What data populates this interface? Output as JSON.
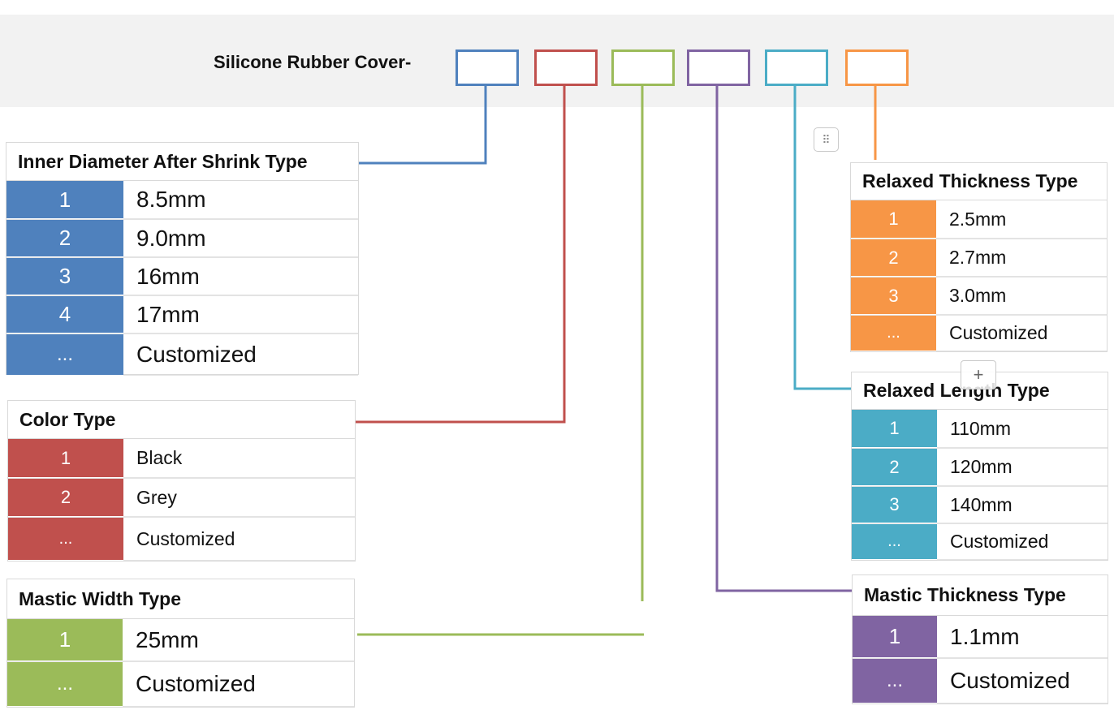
{
  "product_label": "Silicone Rubber Cover-",
  "colors": {
    "blue": "#4f81bd",
    "red": "#c0504d",
    "green": "#9bbb59",
    "purple": "#8064a2",
    "teal": "#4bacc6",
    "orange": "#f79646"
  },
  "icons": {
    "grip": "drag-handle-icon",
    "plus": "plus-icon"
  },
  "grip_glyph": "⠿",
  "plus_glyph": "+",
  "panels": {
    "inner_diameter": {
      "title": "Inner Diameter After Shrink Type",
      "rows": [
        {
          "num": "1",
          "value": "8.5mm"
        },
        {
          "num": "2",
          "value": "9.0mm"
        },
        {
          "num": "3",
          "value": "16mm"
        },
        {
          "num": "4",
          "value": "17mm"
        },
        {
          "num": "...",
          "value": "Customized"
        }
      ]
    },
    "color": {
      "title": "Color Type",
      "rows": [
        {
          "num": "1",
          "value": "Black"
        },
        {
          "num": "2",
          "value": "Grey"
        },
        {
          "num": "...",
          "value": "Customized"
        }
      ]
    },
    "mastic_width": {
      "title": "Mastic Width Type",
      "rows": [
        {
          "num": "1",
          "value": "25mm"
        },
        {
          "num": "...",
          "value": "Customized"
        }
      ]
    },
    "relaxed_thickness": {
      "title": "Relaxed Thickness Type",
      "rows": [
        {
          "num": "1",
          "value": "2.5mm"
        },
        {
          "num": "2",
          "value": "2.7mm"
        },
        {
          "num": "3",
          "value": "3.0mm"
        },
        {
          "num": "...",
          "value": "Customized"
        }
      ]
    },
    "relaxed_length": {
      "title": "Relaxed Length Type",
      "rows": [
        {
          "num": "1",
          "value": "110mm"
        },
        {
          "num": "2",
          "value": "120mm"
        },
        {
          "num": "3",
          "value": "140mm"
        },
        {
          "num": "...",
          "value": "Customized"
        }
      ]
    },
    "mastic_thickness": {
      "title": "Mastic Thickness Type",
      "rows": [
        {
          "num": "1",
          "value": "1.1mm"
        },
        {
          "num": "...",
          "value": "Customized"
        }
      ]
    }
  }
}
